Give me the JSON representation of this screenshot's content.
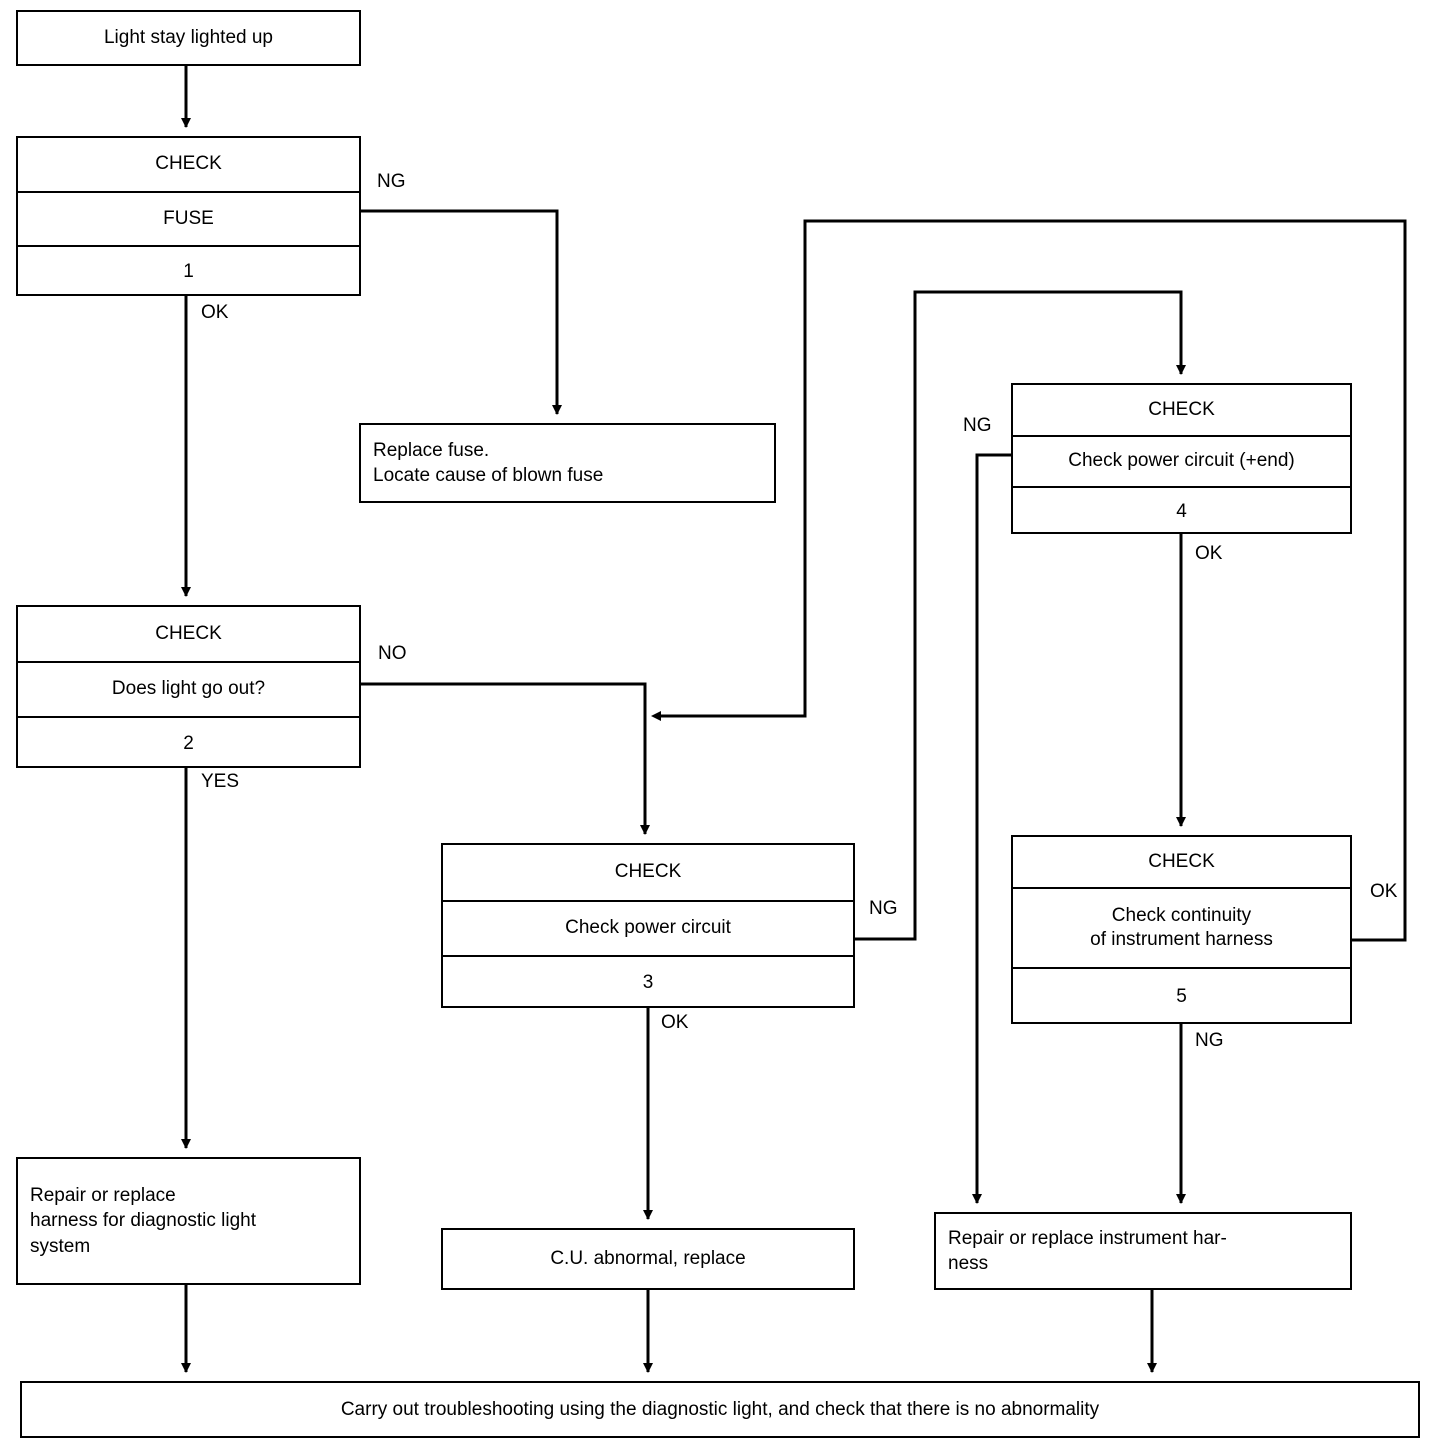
{
  "diagram": {
    "title": "Diagnostic light troubleshooting flowchart",
    "line_color": "#000000",
    "background": "#ffffff",
    "nodes": {
      "start": {
        "text": "Light stay lighted up"
      },
      "check1": {
        "header": "CHECK",
        "body": "FUSE",
        "number": "1"
      },
      "replace_fuse": {
        "text": "Replace fuse.\nLocate cause of blown fuse"
      },
      "check2": {
        "header": "CHECK",
        "body": "Does light go out?",
        "number": "2"
      },
      "check3": {
        "header": "CHECK",
        "body": "Check power circuit",
        "number": "3"
      },
      "check4": {
        "header": "CHECK",
        "body": "Check power circuit (+end)",
        "number": "4"
      },
      "check5": {
        "header": "CHECK",
        "body": "Check continuity\nof instrument harness",
        "number": "5"
      },
      "repair_diag_harness": {
        "text": "Repair or replace\nharness for diagnostic light\nsystem"
      },
      "cu_abnormal": {
        "text": "C.U. abnormal, replace"
      },
      "repair_instr_harness": {
        "text": "Repair or replace instrument har-\nness"
      },
      "final": {
        "text": "Carry out troubleshooting using the diagnostic light, and check that there is no abnormality"
      }
    },
    "edge_labels": {
      "fuse_ng": "NG",
      "fuse_ok": "OK",
      "light_no": "NO",
      "light_yes": "YES",
      "pwr3_ng": "NG",
      "pwr3_ok": "OK",
      "pwr4_ng": "NG",
      "pwr4_ok": "OK",
      "cont5_ok": "OK",
      "cont5_ng": "NG"
    }
  }
}
